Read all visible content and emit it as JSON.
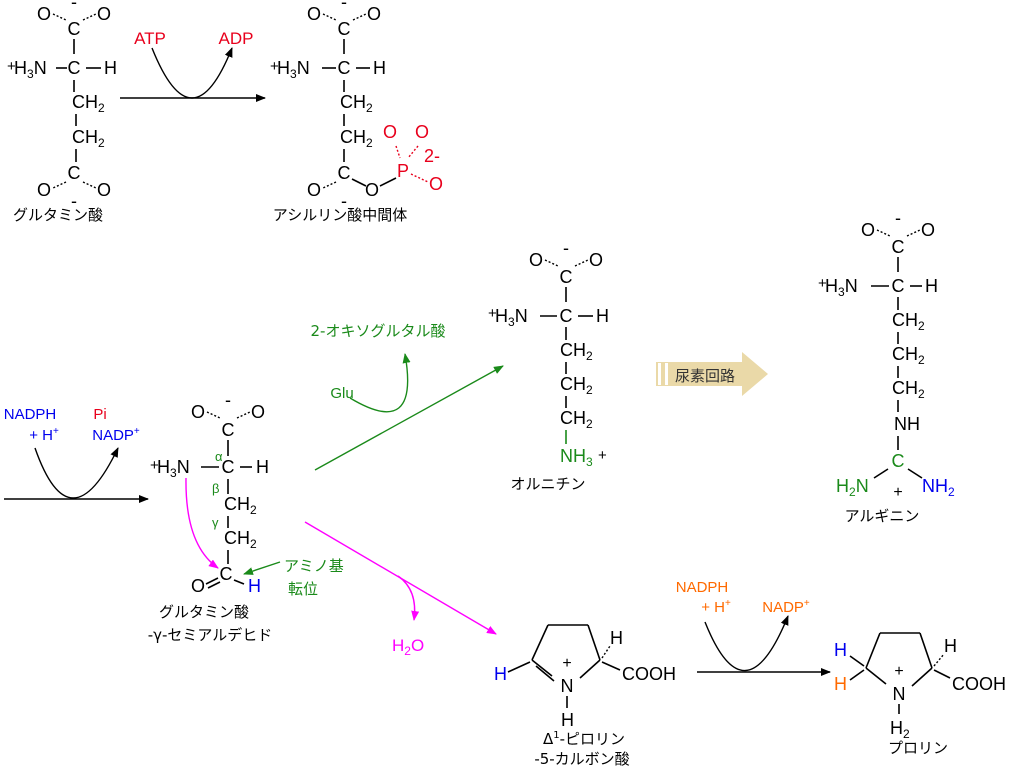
{
  "colors": {
    "black": "#000000",
    "red": "#e8001c",
    "blue": "#0000ee",
    "green": "#1a8a1a",
    "magenta": "#ff00ff",
    "orange": "#ff6a00",
    "arrow_fill": "#ead9a8"
  },
  "atoms": {
    "minus": "-",
    "O": "O",
    "C": "C",
    "H": "H",
    "P": "P",
    "N": "N",
    "NH": "NH",
    "H3N": "H3N",
    "H3N_plus": "+",
    "CH2": "CH2",
    "CH2_main": "CH",
    "sub2": "2",
    "sub3": "3",
    "H2": "H2",
    "H2_main": "H",
    "NH2": "NH2",
    "NH2_main": "NH",
    "NH3": "NH",
    "plus": "+",
    "charge_2minus": "2-",
    "COOH": "COOH",
    "H2O_H": "H",
    "H2O_2": "2",
    "H2O_O": "O"
  },
  "cofactors": {
    "atp": "ATP",
    "adp": "ADP",
    "nadph": "NADPH",
    "h_plus": "+ H",
    "h_plus_sup": "+",
    "nadp": "NADP",
    "nadp_sup": "+",
    "pi": "Pi",
    "glu": "Glu",
    "oxoglutarate": "2-オキソグルタル酸"
  },
  "labels": {
    "glutamine": "グルタミン酸",
    "acyl_phosphate": "アシルリン酸中間体",
    "ornithine": "オルニチン",
    "arginine": "アルギニン",
    "semialdehyde_1": "グルタミン酸",
    "semialdehyde_2": "-γ-セミアルデヒド",
    "p5c_delta": "Δ",
    "p5c_sup": "1",
    "p5c_1": "-ピロリン",
    "p5c_2": "-5-カルボン酸",
    "proline": "プロリン",
    "urea_cycle": "尿素回路",
    "transamination_1": "アミノ基",
    "transamination_2": "転位",
    "alpha": "α",
    "beta": "β",
    "gamma": "γ"
  }
}
